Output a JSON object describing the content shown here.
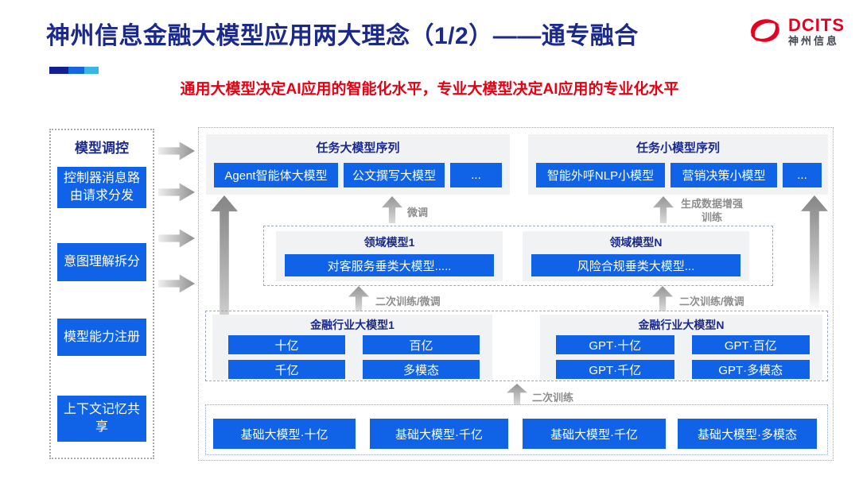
{
  "header": {
    "title": "神州信息金融大模型应用两大理念（1/2）——通专融合",
    "subtitle": "通用大模型决定AI应用的智能化水平，专业大模型决定AI应用的专业化水平",
    "logo_brand": "DCITS",
    "logo_brand_cn": "神州信息"
  },
  "sidebar": {
    "title": "模型调控",
    "items": [
      {
        "label": "控制器消息路由请求分发"
      },
      {
        "label": "意图理解拆分"
      },
      {
        "label": "模型能力注册"
      },
      {
        "label": "上下文记忆共享"
      }
    ]
  },
  "diagram": {
    "task_large": {
      "title": "任务大模型序列",
      "items": [
        "Agent智能体大模型",
        "公文撰写大模型",
        "..."
      ]
    },
    "task_small": {
      "title": "任务小模型序列",
      "items": [
        "智能外呼NLP小模型",
        "营销决策小模型",
        "..."
      ]
    },
    "labels": {
      "fine_tune": "微调",
      "gen_data_train": "生成数据增强训练",
      "retrain_ft_left": "二次训练/微调",
      "retrain_ft_right": "二次训练/微调",
      "retrain": "二次训练"
    },
    "domain": {
      "panels": [
        {
          "title": "领域模型1",
          "model": "对客服务垂类大模型....."
        },
        {
          "title": "领域模型N",
          "model": "风险合规垂类大模型..."
        }
      ]
    },
    "industry": {
      "panels": [
        {
          "title": "金融行业大模型1",
          "items": [
            "十亿",
            "百亿",
            "千亿",
            "多模态"
          ]
        },
        {
          "title": "金融行业大模型N",
          "items": [
            "GPT·十亿",
            "GPT·百亿",
            "GPT·千亿",
            "GPT·多模态"
          ]
        }
      ]
    },
    "base_models": [
      "基础大模型·十亿",
      "基础大模型·千亿",
      "基础大模型·千亿",
      "基础大模型·多模态"
    ]
  },
  "colors": {
    "accent_blue": "#1063e6",
    "title_navy": "#1b2a8a",
    "subtitle_red": "#e60012",
    "brand_red": "#e60021",
    "panel_gray": "#f1f2f4",
    "dashed_border": "#9aa5cc"
  }
}
